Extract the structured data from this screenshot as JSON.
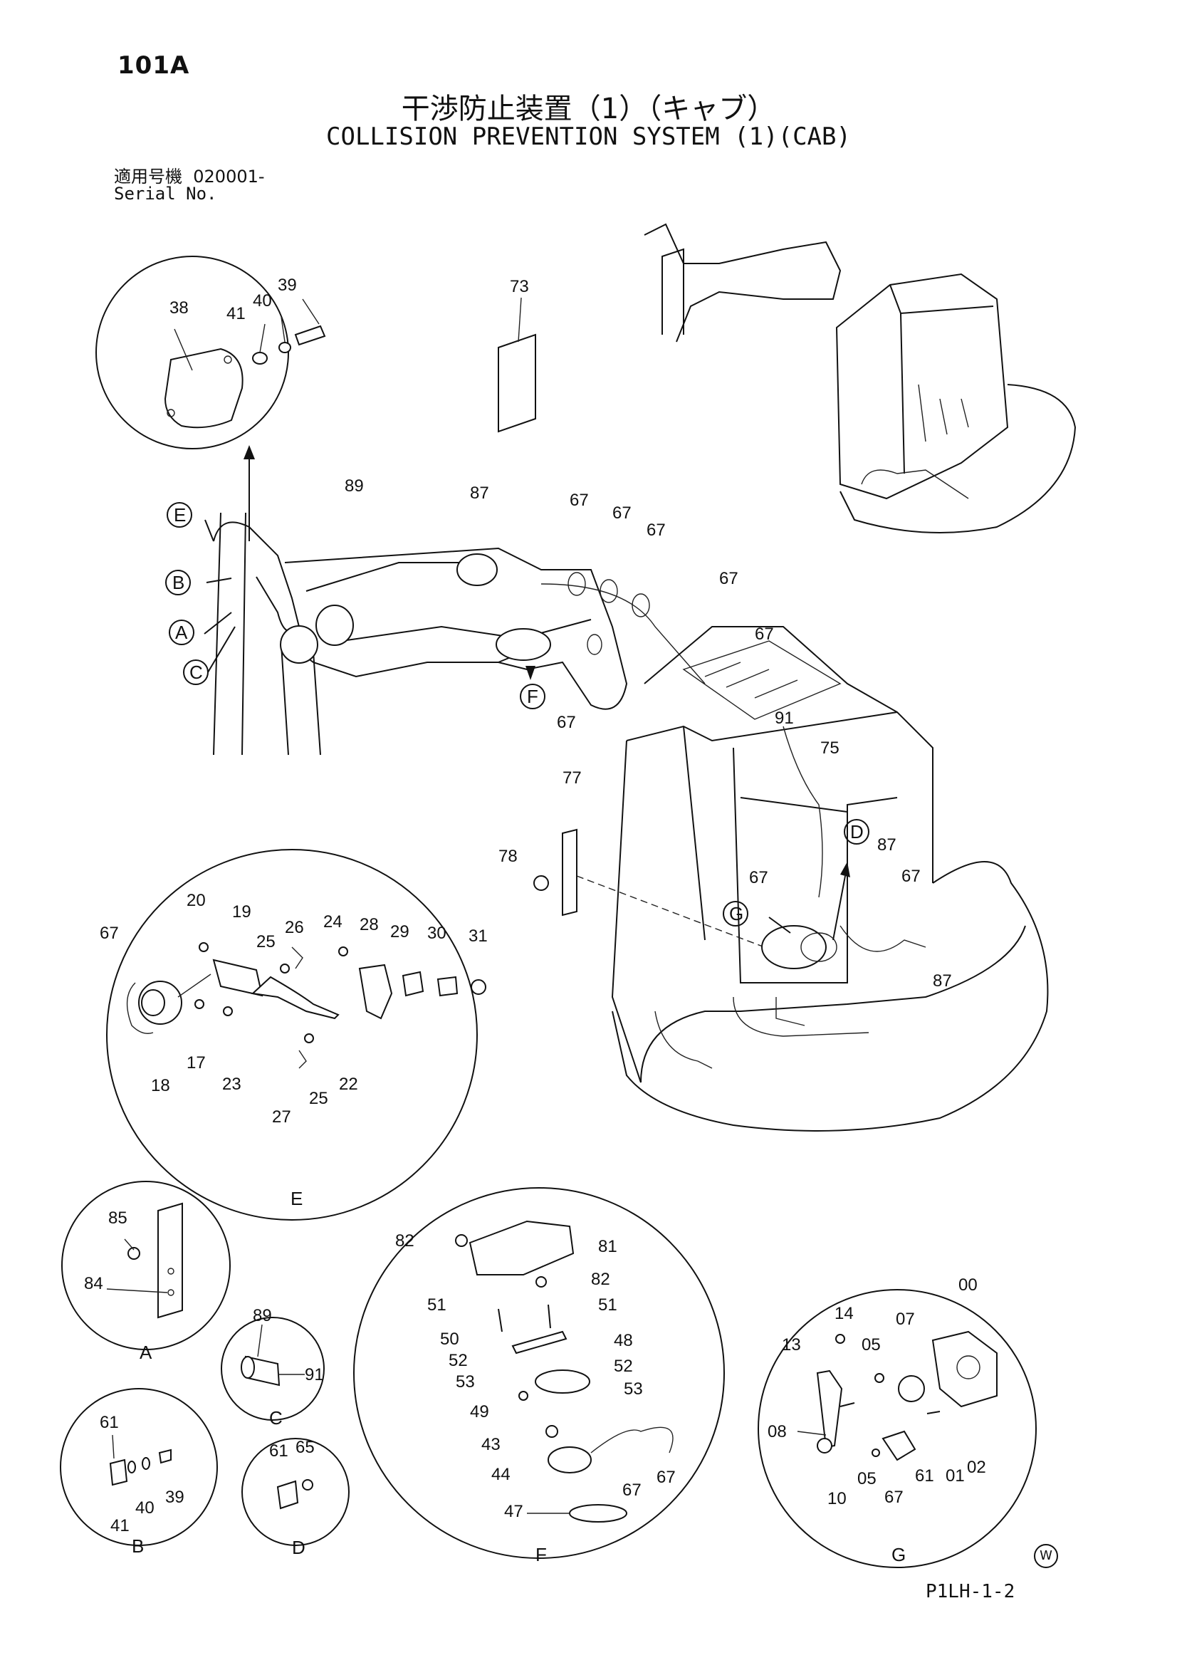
{
  "header": {
    "page_code": "101A",
    "title_jp": "干渉防止装置（1）（キャブ）",
    "title_en": "COLLISION PREVENTION SYSTEM (1)(CAB)",
    "serial_label_jp": "適用号機",
    "serial_value": "020001-",
    "serial_label_en": "Serial No."
  },
  "footer": {
    "drawing_code": "P1LH-1-2",
    "mark": "W"
  },
  "callouts": {
    "top_circle": [
      "38",
      "41",
      "40",
      "39"
    ],
    "machine": [
      "73",
      "89",
      "87",
      "67",
      "67",
      "67",
      "67",
      "67",
      "67",
      "91",
      "75",
      "77",
      "78",
      "67",
      "87",
      "67",
      "87"
    ],
    "view_E": [
      "20",
      "19",
      "67",
      "26",
      "24",
      "28",
      "29",
      "30",
      "31",
      "25",
      "18",
      "17",
      "23",
      "27",
      "25",
      "22"
    ],
    "view_A": [
      "85",
      "84"
    ],
    "view_C": [
      "89",
      "91"
    ],
    "view_B": [
      "61",
      "41",
      "40",
      "39"
    ],
    "view_D": [
      "61",
      "65"
    ],
    "view_F": [
      "82",
      "81",
      "82",
      "51",
      "51",
      "50",
      "48",
      "52",
      "52",
      "53",
      "53",
      "49",
      "43",
      "44",
      "67",
      "67",
      "47"
    ],
    "view_G": [
      "00",
      "14",
      "07",
      "13",
      "05",
      "08",
      "05",
      "61",
      "01",
      "02",
      "10",
      "67"
    ]
  },
  "view_letters": {
    "machine": [
      "E",
      "B",
      "A",
      "C",
      "F",
      "D",
      "G"
    ],
    "circles": [
      "E",
      "A",
      "C",
      "B",
      "D",
      "F",
      "G"
    ]
  }
}
